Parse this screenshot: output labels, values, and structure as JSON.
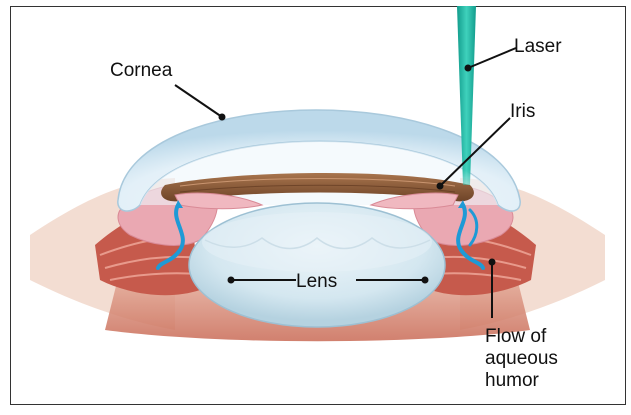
{
  "diagram": {
    "labels": {
      "cornea": "Cornea",
      "laser": "Laser",
      "iris": "Iris",
      "lens": "Lens",
      "flow_line1": "Flow of",
      "flow_line2": "aqueous",
      "flow_line3": "humor"
    },
    "colors": {
      "laser_beam": "#1fb5a3",
      "cornea": "#dcedf7",
      "iris": "#8a5a3a",
      "lens": "#cfe4ee",
      "flow_arrow": "#1e9ad6",
      "tissue_pink": "#e8a3ad",
      "ciliary_red": "#b84c3e"
    }
  }
}
